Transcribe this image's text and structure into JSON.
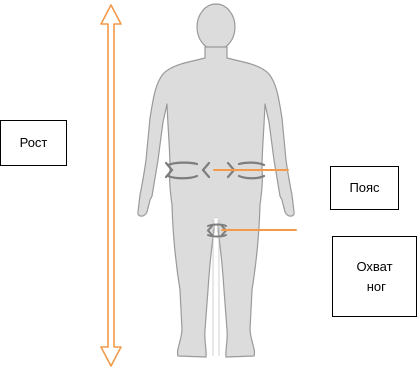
{
  "labels": {
    "height": "Рост",
    "waist": "Пояс",
    "leg_line1": "Охват",
    "leg_line2": " ног"
  },
  "colors": {
    "arrow": "#f29a4a",
    "body_fill": "#dcdcdc",
    "body_stroke": "#9a9a9a",
    "measure_band": "#7d7d7d"
  }
}
